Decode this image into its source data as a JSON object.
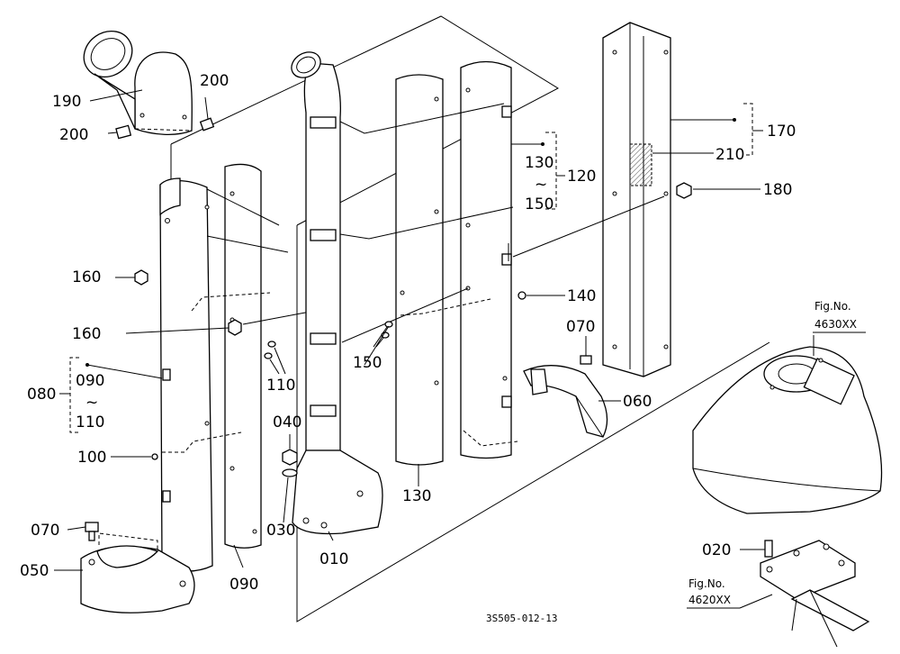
{
  "labels": {
    "p190": "190",
    "p200a": "200",
    "p200b": "200",
    "p160a": "160",
    "p160b": "160",
    "p080": "080",
    "p090a": "090",
    "p090b": "090",
    "tilde1": "~",
    "p110a": "110",
    "p110b": "110",
    "p100": "100",
    "p070a": "070",
    "p050": "050",
    "p040": "040",
    "p030": "030",
    "p010": "010",
    "p150a": "150",
    "p130a": "130",
    "p130b": "130",
    "tilde2": "~",
    "p150b": "150",
    "p120": "120",
    "p140": "140",
    "p070b": "070",
    "p060": "060",
    "p170": "170",
    "p210": "210",
    "p180": "180",
    "p020": "020"
  },
  "refs": {
    "fig1_title": "Fig.No.",
    "fig1_num": "4630XX",
    "fig2_title": "Fig.No.",
    "fig2_num": "4620XX"
  },
  "drawing_code": "3S505-012-13"
}
